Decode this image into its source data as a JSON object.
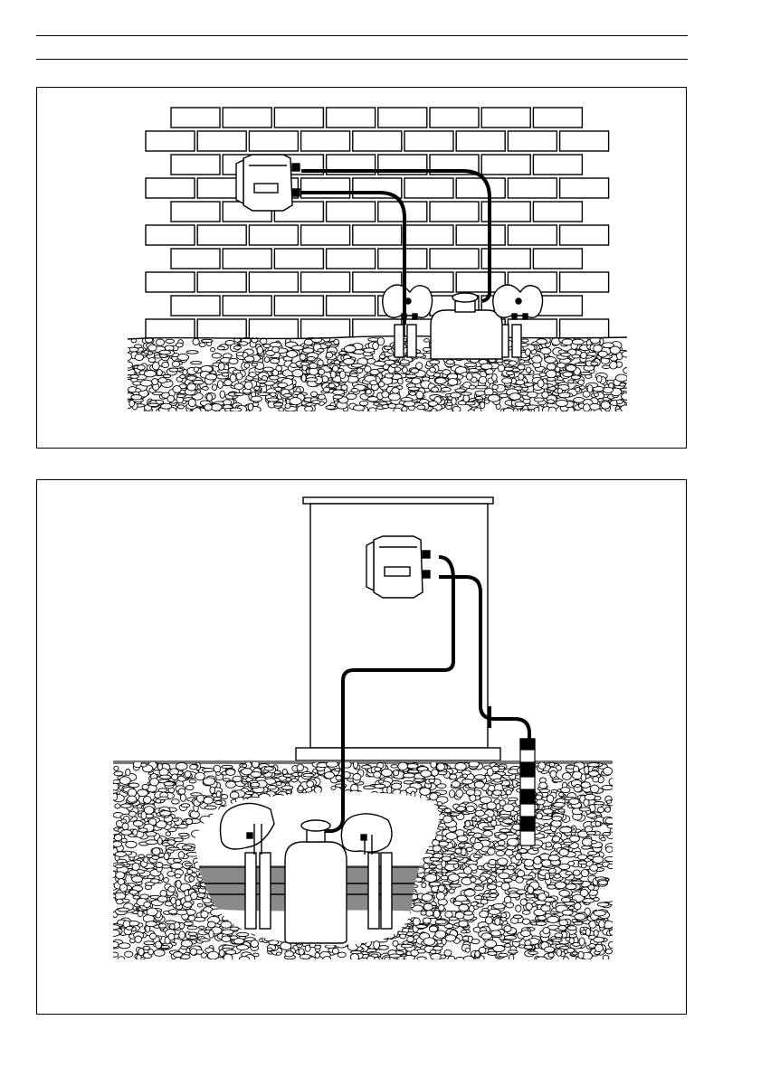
{
  "page": {
    "header_rules": 2,
    "figures": [
      {
        "id": "figure-1",
        "depicts": "wall-mounted-meter-above-ground-pipe",
        "caption": ""
      },
      {
        "id": "figure-2",
        "depicts": "post-mounted-meter-buried-pipe-with-sensor-probe",
        "caption": ""
      }
    ],
    "colors": {
      "ink": "#000000",
      "paper": "#ffffff",
      "trench_shade": "#8a8a8a",
      "ground_line": "#777777"
    }
  }
}
